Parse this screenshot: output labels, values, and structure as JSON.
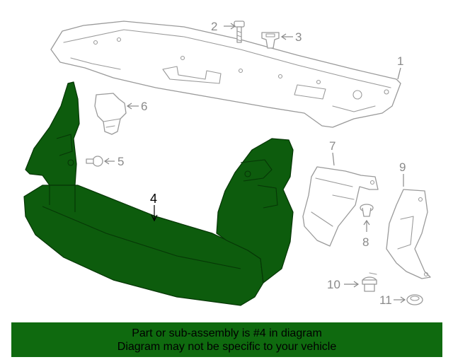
{
  "callouts": {
    "c1": "1",
    "c2": "2",
    "c3": "3",
    "c4": "4",
    "c5": "5",
    "c6": "6",
    "c7": "7",
    "c8": "8",
    "c9": "9",
    "c10": "10",
    "c11": "11"
  },
  "banner": {
    "line1": "Part or sub-assembly is #4 in diagram",
    "line2": "Diagram may not be specific to your vehicle"
  },
  "colors": {
    "highlight": "#0d5c0d",
    "banner_bg": "#0f6a0f",
    "part_outline": "#9a9a9a"
  },
  "highlighted_part": "4"
}
